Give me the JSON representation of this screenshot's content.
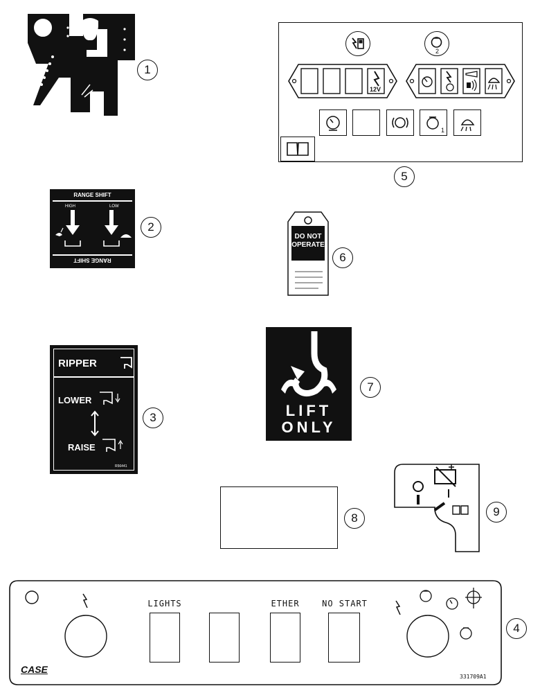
{
  "callouts": [
    "1",
    "2",
    "3",
    "4",
    "5",
    "6",
    "7",
    "8",
    "9"
  ],
  "decal2": {
    "title_top": "RANGE SHIFT",
    "title_bottom": "RANGE SHIFT",
    "high_label": "HIGH",
    "low_label": "LOW"
  },
  "decal3": {
    "ripper": "RIPPER",
    "lower": "LOWER",
    "raise": "RAISE",
    "part_no": "R56441"
  },
  "decal5": {
    "battery_badge": "12V",
    "sub_1": "1",
    "sub_2": "2"
  },
  "decal6": {
    "line1": "DO NOT",
    "line2": "OPERATE"
  },
  "decal7": {
    "line1": "LIFT",
    "line2": "ONLY"
  },
  "panel4": {
    "lights": "LIGHTS",
    "ether": "ETHER",
    "no_start": "NO START",
    "brand": "CASE",
    "part_no": "331709A1"
  },
  "icons": [
    "lightning-icon",
    "fuel-pump-icon",
    "engine-icon",
    "gauge-icon",
    "horn-icon",
    "work-light-icon",
    "book-icon",
    "battery-icon",
    "hook-icon",
    "tortoise-icon",
    "rabbit-icon",
    "crosshair-icon"
  ]
}
